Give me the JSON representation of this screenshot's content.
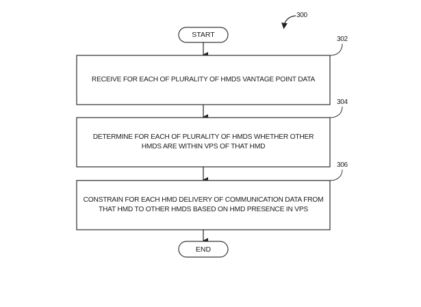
{
  "figure": {
    "reference": "300"
  },
  "flow": {
    "start_label": "START",
    "end_label": "END",
    "steps": [
      {
        "ref": "302",
        "text": "RECEIVE FOR EACH OF PLURALITY OF HMDS VANTAGE POINT DATA"
      },
      {
        "ref": "304",
        "text": "DETERMINE FOR EACH OF PLURALITY OF HMDS WHETHER OTHER HMDS ARE WITHIN VPS OF THAT HMD"
      },
      {
        "ref": "306",
        "text": "CONSTRAIN FOR EACH HMD DELIVERY OF COMMUNICATION DATA FROM THAT HMD TO OTHER HMDS BASED ON HMD PRESENCE IN VPS"
      }
    ]
  },
  "colors": {
    "stroke": "#3a3a3a",
    "text": "#1a1a1a",
    "background": "#ffffff"
  }
}
